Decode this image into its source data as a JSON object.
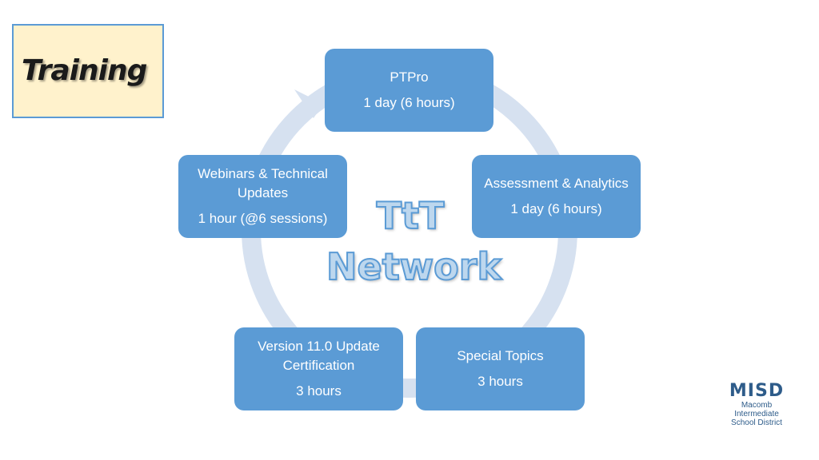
{
  "slide": {
    "title": "Training"
  },
  "diagram": {
    "center_line1": "TtT",
    "center_line2": "Network",
    "nodes": [
      {
        "title": "PTPro",
        "detail": "1 day (6 hours)"
      },
      {
        "title": "Assessment & Analytics",
        "detail": "1 day (6 hours)"
      },
      {
        "title": "Special Topics",
        "detail": "3 hours"
      },
      {
        "title": "Version 11.0 Update Certification",
        "detail": "3 hours"
      },
      {
        "title": "Webinars & Technical Updates",
        "detail": "1 hour (@6 sessions)"
      }
    ]
  },
  "logo": {
    "mark": "MISD",
    "line1": "Macomb",
    "line2": "Intermediate",
    "line3": "School District"
  },
  "colors": {
    "node_fill": "#5b9bd5",
    "cycle_ring": "#d6e1f0",
    "title_box_fill": "#fff2cc",
    "title_box_border": "#5b9bd5"
  }
}
